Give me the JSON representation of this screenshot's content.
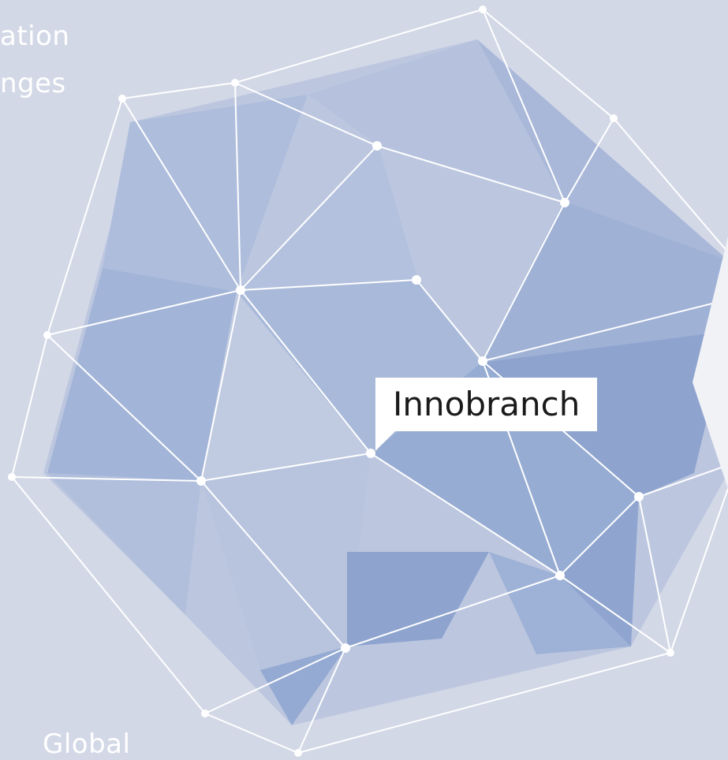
{
  "side_text": {
    "line1": "ation",
    "line2": "nges",
    "bottom": "Global"
  },
  "label": {
    "text": "Innobranch"
  },
  "colors": {
    "background": "#d3d8e7",
    "facet_light": "#bcc7df",
    "facet_mid": "#a7b7d8",
    "facet_dark": "#8ea4cf",
    "lines": "#ffffff",
    "panel": "#f1f2f6"
  }
}
